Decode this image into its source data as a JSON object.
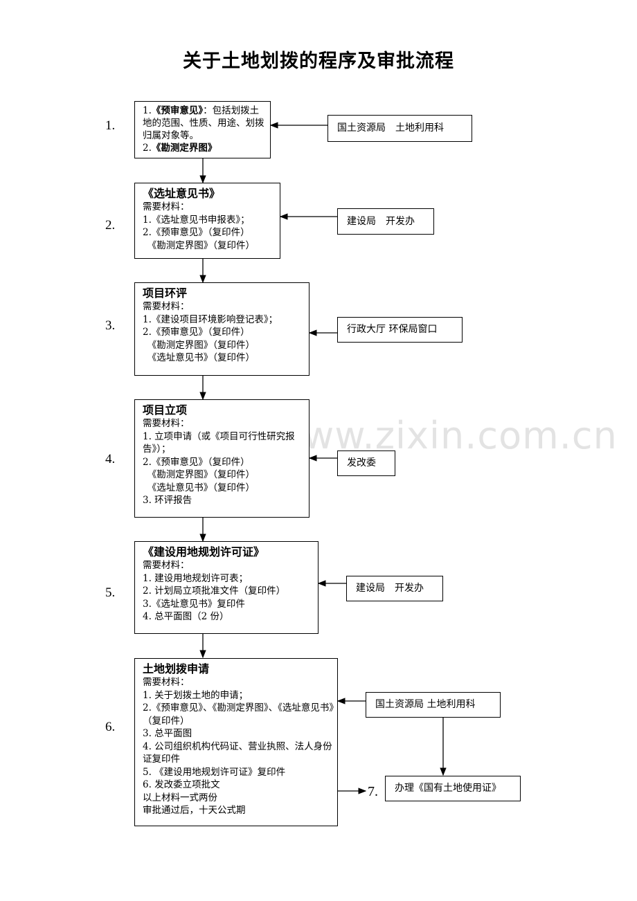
{
  "title": "关于土地划拨的程序及审批流程",
  "watermark": "www.zixin.com.cn",
  "steps": [
    {
      "num": "1.",
      "item1_prefix": "1.",
      "item1_bold": "《预审意见》",
      "item1_rest": "：包括划拨土地的范围、性质、用途、划拨归属对象等。",
      "item2_prefix": "2.",
      "item2_bold": "《勘测定界图》",
      "source": "国土资源局　土地利用科"
    },
    {
      "num": "2.",
      "heading": "《选址意见书》",
      "lines": [
        "需要材料：",
        "1.《选址意见书申报表》；",
        "2.《预审意见》（复印件）",
        "　《勘测定界图》（复印件）"
      ],
      "source": "建设局　开发办"
    },
    {
      "num": "3.",
      "heading": "项目环评",
      "lines": [
        "需要材料：",
        "1.《建设项目环境影响登记表》；",
        "2.《预审意见》（复印件）",
        "　《勘测定界图》（复印件）",
        "　《选址意见书》（复印件）"
      ],
      "source": "行政大厅  环保局窗口"
    },
    {
      "num": "4.",
      "heading": "项目立项",
      "lines": [
        "需要材料：",
        "1. 立项申请（或《项目可行性研究报告》）；",
        "2.《预审意见》（复印件）",
        "　《勘测定界图》（复印件）",
        "　《选址意见书》（复印件）",
        "3. 环评报告"
      ],
      "source": "发改委"
    },
    {
      "num": "5.",
      "heading": "《建设用地规划许可证》",
      "lines": [
        "需要材料：",
        "1. 建设用地规划许可表；",
        "2. 计划局立项批准文件（复印件）",
        "3.《选址意见书》复印件",
        "4. 总平面图（2 份）"
      ],
      "source": "建设局　开发办"
    },
    {
      "num": "6.",
      "heading": "土地划拨申请",
      "lines": [
        "需要材料：",
        "1. 关于划拨土地的申请；",
        "2.《预审意见》、《勘测定界图》、《选址意见书》（复印件）",
        "3. 总平面图",
        "4. 公司组织机构代码证、营业执照、法人身份证复印件",
        "5. 《建设用地规划许可证》复印件",
        "6. 发改委立项批文",
        "以上材料一式两份",
        "审批通过后，十天公式期"
      ],
      "source": "国土资源局 土地利用科"
    }
  ],
  "final": {
    "num": "7.",
    "label": "办理《国有土地使用证》"
  }
}
